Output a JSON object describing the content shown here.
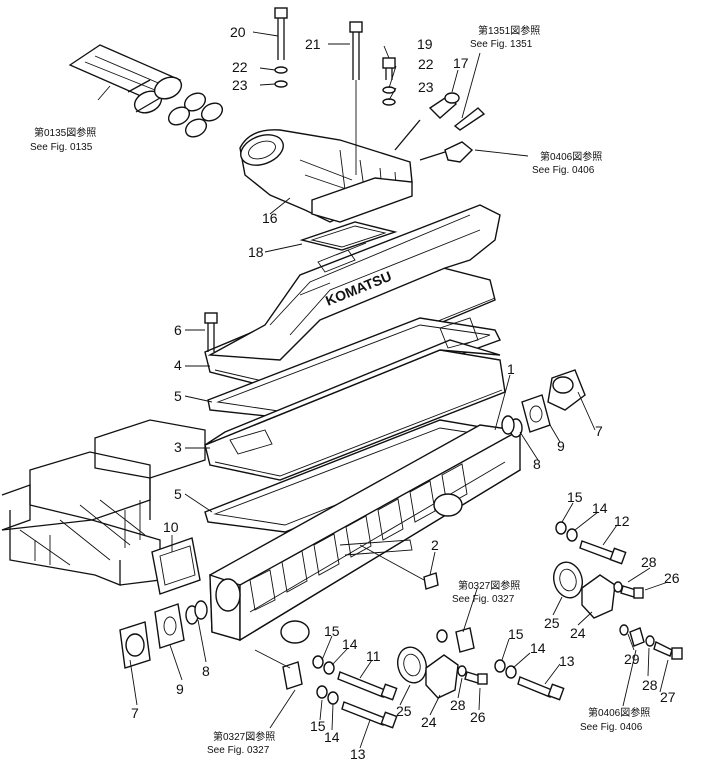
{
  "callouts": {
    "c1": "1",
    "c2": "2",
    "c3": "3",
    "c4": "4",
    "c5a": "5",
    "c5b": "5",
    "c6": "6",
    "c7a": "7",
    "c7b": "7",
    "c8a": "8",
    "c8b": "8",
    "c9a": "9",
    "c9b": "9",
    "c10": "10",
    "c11": "11",
    "c12": "12",
    "c13a": "13",
    "c13b": "13",
    "c14a": "14",
    "c14b": "14",
    "c14c": "14",
    "c15a": "15",
    "c15b": "15",
    "c15c": "15",
    "c16": "16",
    "c17": "17",
    "c18": "18",
    "c19": "19",
    "c20": "20",
    "c21": "21",
    "c22a": "22",
    "c22b": "22",
    "c23a": "23",
    "c23b": "23",
    "c24a": "24",
    "c24b": "24",
    "c25a": "25",
    "c25b": "25",
    "c26a": "26",
    "c26b": "26",
    "c27": "27",
    "c28a": "28",
    "c28b": "28",
    "c28c": "28",
    "c29": "29"
  },
  "refs": {
    "r1351": {
      "jp": "第1351図参照",
      "en": "See Fig. 1351"
    },
    "r0135": {
      "jp": "第0135図参照",
      "en": "See Fig. 0135"
    },
    "r0406a": {
      "jp": "第0406図参照",
      "en": "See Fig. 0406"
    },
    "r0327a": {
      "jp": "第0327図参照",
      "en": "See Fig. 0327"
    },
    "r0327b": {
      "jp": "第0327図参照",
      "en": "See Fig. 0327"
    },
    "r0406b": {
      "jp": "第0406図参照",
      "en": "See Fig. 0406"
    }
  },
  "logo": "KOMATSU"
}
